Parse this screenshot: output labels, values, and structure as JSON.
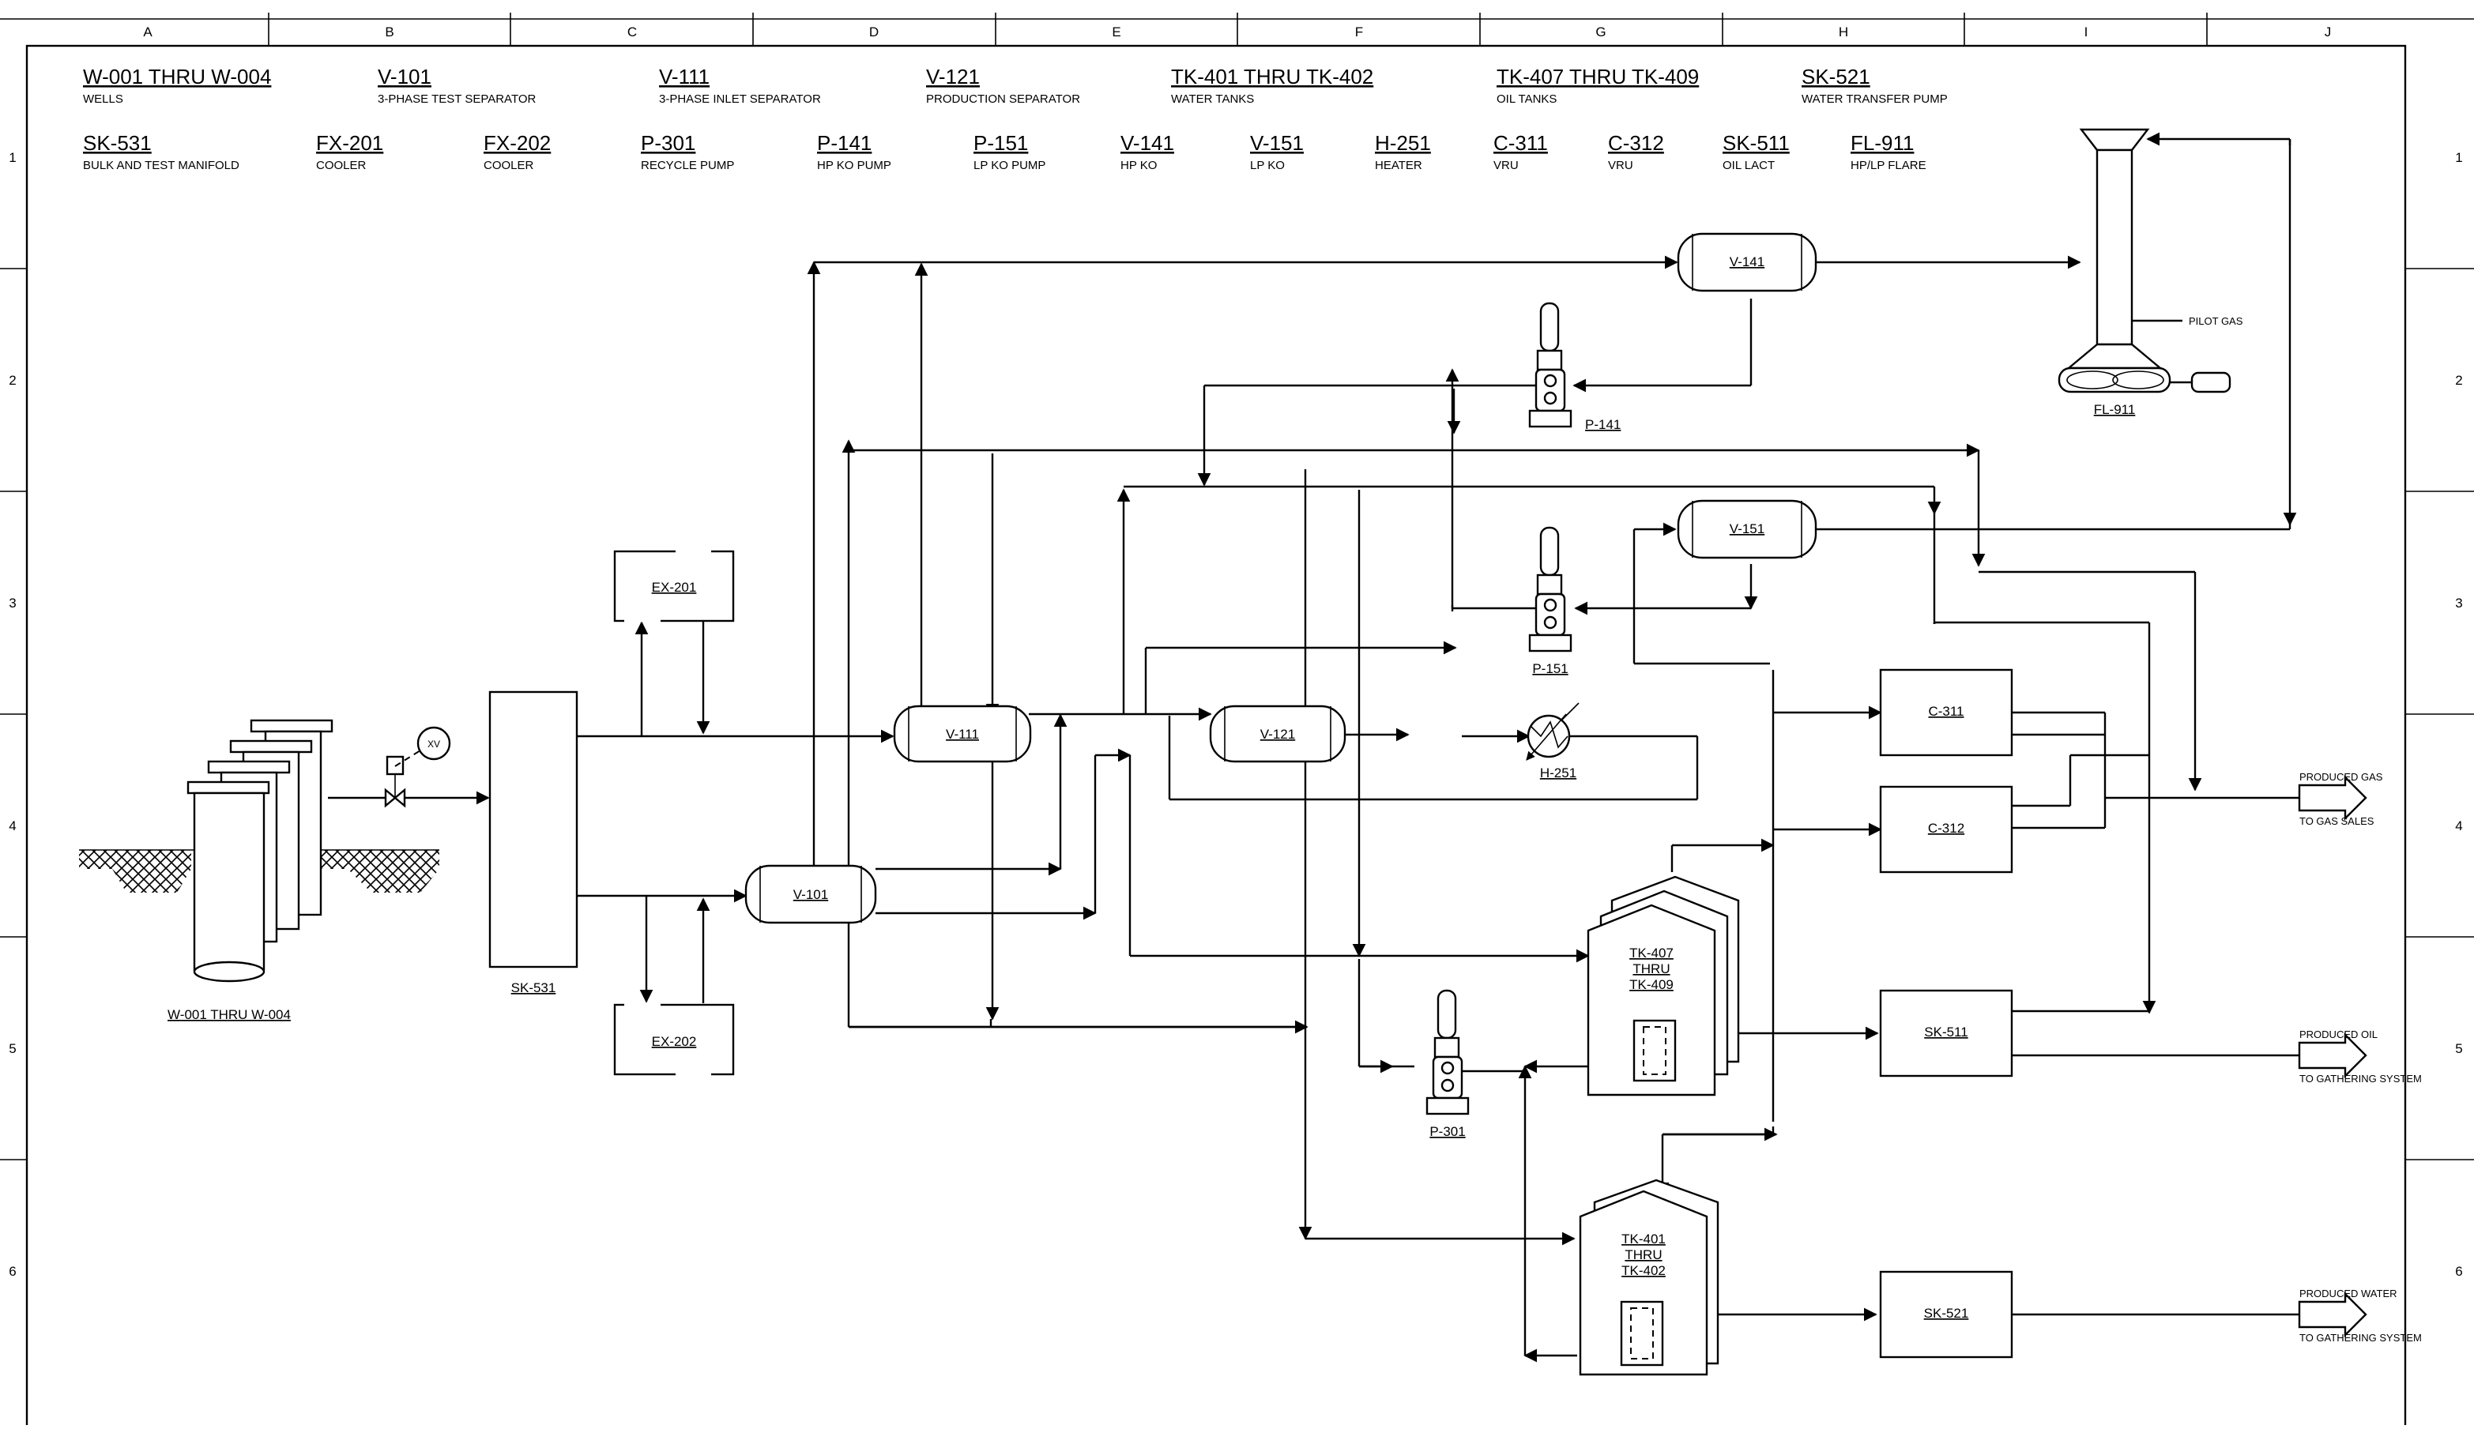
{
  "columns": [
    "A",
    "B",
    "C",
    "D",
    "E",
    "F",
    "G",
    "H",
    "I",
    "J"
  ],
  "rows": [
    "1",
    "2",
    "3",
    "4",
    "5",
    "6"
  ],
  "legend": [
    {
      "tag": "W-001 THRU W-004",
      "desc": "WELLS"
    },
    {
      "tag": "V-101",
      "desc": "3-PHASE TEST SEPARATOR"
    },
    {
      "tag": "V-111",
      "desc": "3-PHASE INLET SEPARATOR"
    },
    {
      "tag": "V-121",
      "desc": "PRODUCTION SEPARATOR"
    },
    {
      "tag": "TK-401 THRU TK-402",
      "desc": "WATER TANKS"
    },
    {
      "tag": "TK-407 THRU TK-409",
      "desc": "OIL TANKS"
    },
    {
      "tag": "SK-521",
      "desc": "WATER TRANSFER PUMP"
    },
    {
      "tag": "SK-531",
      "desc": "BULK AND TEST MANIFOLD"
    },
    {
      "tag": "FX-201",
      "desc": "COOLER"
    },
    {
      "tag": "FX-202",
      "desc": "COOLER"
    },
    {
      "tag": "P-301",
      "desc": "RECYCLE PUMP"
    },
    {
      "tag": "P-141",
      "desc": "HP KO PUMP"
    },
    {
      "tag": "P-151",
      "desc": "LP KO PUMP"
    },
    {
      "tag": "V-141",
      "desc": "HP KO"
    },
    {
      "tag": "V-151",
      "desc": "LP KO"
    },
    {
      "tag": "H-251",
      "desc": "HEATER"
    },
    {
      "tag": "C-311",
      "desc": "VRU"
    },
    {
      "tag": "C-312",
      "desc": "VRU"
    },
    {
      "tag": "SK-511",
      "desc": "OIL LACT"
    },
    {
      "tag": "FL-911",
      "desc": "HP/LP FLARE"
    }
  ],
  "equipment": {
    "wells": "W-001 THRU W-004",
    "xv": "XV",
    "sk531": "SK-531",
    "ex201": "EX-201",
    "ex202": "EX-202",
    "v101": "V-101",
    "v111": "V-111",
    "v121": "V-121",
    "v141": "V-141",
    "v151": "V-151",
    "p141": "P-141",
    "p151": "P-151",
    "p301": "P-301",
    "h251": "H-251",
    "c311": "C-311",
    "c312": "C-312",
    "sk511": "SK-511",
    "sk521": "SK-521",
    "fl911": "FL-911",
    "pilot_gas": "PILOT GAS",
    "tk407": [
      "TK-407",
      "THRU",
      "TK-409"
    ],
    "tk401": [
      "TK-401",
      "THRU",
      "TK-402"
    ]
  },
  "outputs": {
    "gas": [
      "PRODUCED GAS",
      "TO GAS SALES"
    ],
    "oil": [
      "PRODUCED OIL",
      "TO GATHERING SYSTEM"
    ],
    "water": [
      "PRODUCED WATER",
      "TO GATHERING SYSTEM"
    ]
  }
}
